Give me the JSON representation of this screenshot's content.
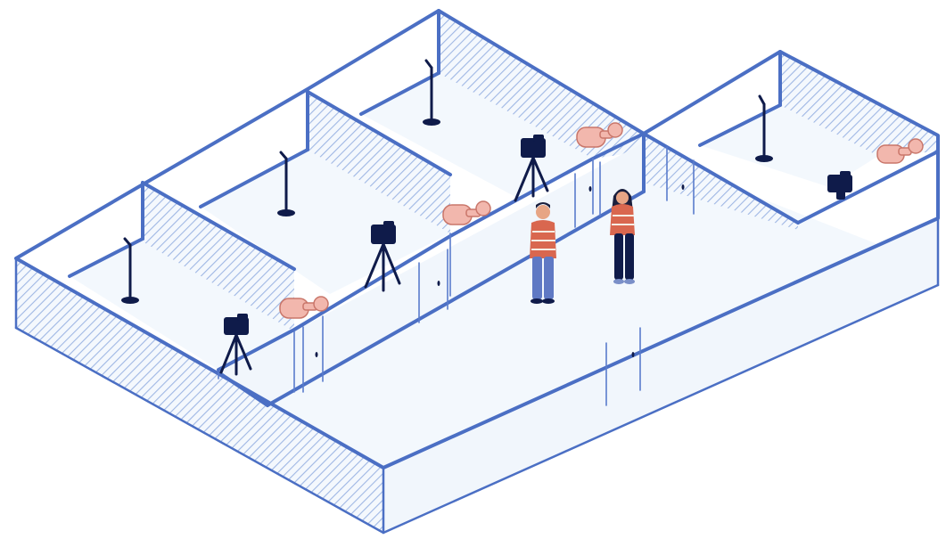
{
  "scene": {
    "colors": {
      "wall_stroke": "#4b6fc4",
      "floor": "#f3f8fd",
      "hatch": "#9fb7e4",
      "equipment": "#0f1b4a",
      "acoustic_panel": "#f2b7ad",
      "shirt": "#d9674f"
    },
    "rooms": 4,
    "people": 2,
    "cameras": 4,
    "microphones": 4,
    "acoustic_panels": 4
  }
}
